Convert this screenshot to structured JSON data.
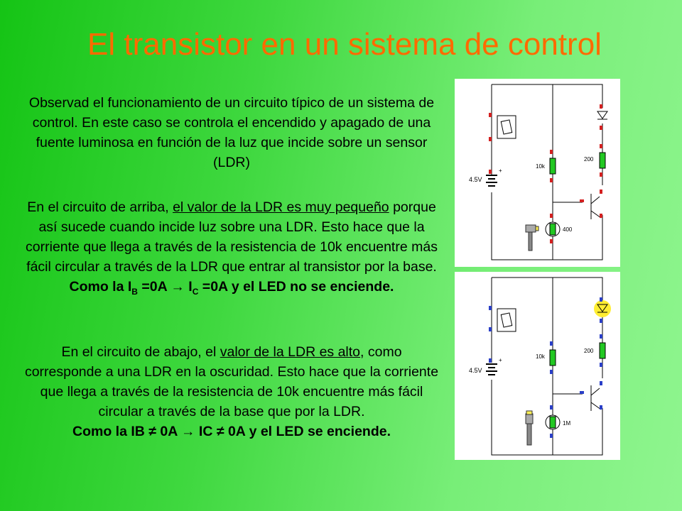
{
  "title": "El transistor en un sistema de control",
  "intro": {
    "text": "Observad el funcionamiento de un circuito típico de un sistema de control. En este caso se controla el encendido y apagado de una fuente luminosa en función de la luz que incide sobre un sensor (LDR)"
  },
  "top_case": {
    "pre": "En el circuito de arriba, ",
    "underlined1": "el valor de la LDR es muy pequeño",
    "mid": " porque así sucede cuando incide luz sobre una LDR. Esto hace que la corriente que llega a través de la resistencia de 10k encuentre más fácil circular a través de la LDR que entrar al transistor por la base.",
    "concl_a": "Como la I",
    "concl_sub_b": "B",
    "concl_b": " =0A ",
    "concl_arrow": "→",
    "concl_c": " I",
    "concl_sub_c": "C",
    "concl_d": " =0A y el LED no se enciende."
  },
  "bottom_case": {
    "pre": "En el circuito de abajo, el ",
    "underlined1": "valor de la LDR es alto",
    "mid": ", como corresponde a una LDR en la oscuridad. Esto hace que la corriente que llega a través de la resistencia de 10k encuentre más fácil circular a través de la base que por la LDR.",
    "concl_a": "Como la IB ≠ 0A ",
    "concl_arrow": "→",
    "concl_b": " IC ≠ 0A y el LED se enciende."
  },
  "circuit_top": {
    "battery_label": "4.5V",
    "r1_label": "10k",
    "r2_label": "200",
    "ldr_label": "400",
    "led_lit": false,
    "terminal_color": "#d42020"
  },
  "circuit_bottom": {
    "battery_label": "4.5V",
    "r1_label": "10k",
    "r2_label": "200",
    "ldr_label": "1M",
    "led_lit": true,
    "terminal_color": "#2a3fc8"
  },
  "colors": {
    "title": "#ff6a00",
    "resistor_green": "#22c822",
    "led_glow": "#ffee33"
  }
}
